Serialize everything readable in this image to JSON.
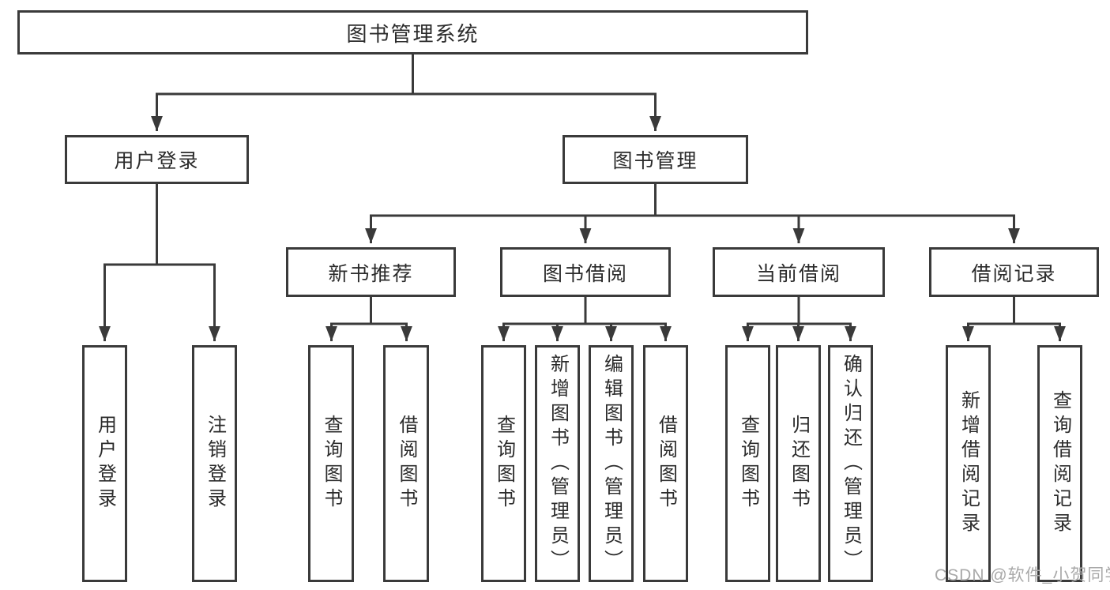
{
  "diagram": {
    "root": {
      "label": "图书管理系统"
    },
    "user": {
      "label": "用户登录",
      "leaves": [
        "用户登录",
        "注销登录"
      ]
    },
    "book": {
      "label": "图书管理",
      "sections": [
        {
          "label": "新书推荐",
          "leaves": [
            "查询图书",
            "借阅图书"
          ]
        },
        {
          "label": "图书借阅",
          "leaves": [
            "查询图书",
            "新增图书（管理员）",
            "编辑图书（管理员）",
            "借阅图书"
          ]
        },
        {
          "label": "当前借阅",
          "leaves": [
            "查询图书",
            "归还图书",
            "确认归还（管理员）"
          ]
        },
        {
          "label": "借阅记录",
          "leaves": [
            "新增借阅记录",
            "查询借阅记录"
          ]
        }
      ]
    },
    "watermark": "CSDN @软件_小贺同学",
    "colors": {
      "line": "#3a3a3a",
      "text": "#2b2b2b",
      "background": "#ffffff",
      "watermark": "#a9a9a9"
    }
  }
}
